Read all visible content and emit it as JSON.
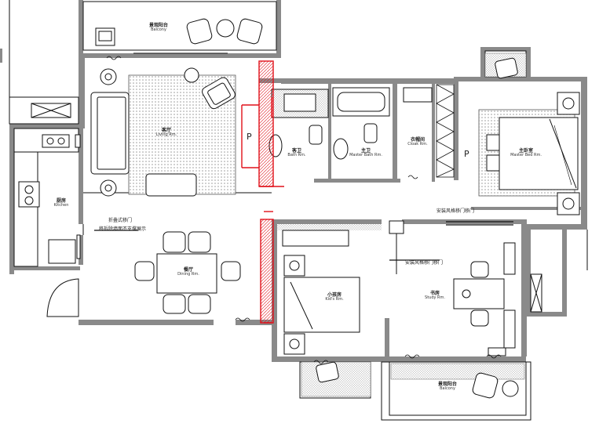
{
  "rooms": {
    "balcony_top": {
      "zh": "景观阳台",
      "en": "Balcony"
    },
    "living": {
      "zh": "客厅",
      "en": "Living Rm."
    },
    "bath": {
      "zh": "客卫",
      "en": "Bath Rm."
    },
    "master_bath": {
      "zh": "主卫",
      "en": "Master Bath Rm."
    },
    "cloak": {
      "zh": "衣帽间",
      "en": "Cloak Rm."
    },
    "master_bed": {
      "zh": "主卧室",
      "en": "Master Bed Rm."
    },
    "kitchen": {
      "zh": "厨房",
      "en": "Kitchen"
    },
    "dining": {
      "zh": "餐厅",
      "en": "Dining Rm."
    },
    "kids": {
      "zh": "小孩房",
      "en": "Kid's Rm."
    },
    "study": {
      "zh": "书房",
      "en": "Study Rm."
    },
    "balcony_bottom": {
      "zh": "景观阳台",
      "en": "Balcony"
    }
  },
  "notes": {
    "door_note_1a": "折叠式移门",
    "door_note_1b": "移拆除墙面不支撑展示",
    "door_note_2": "安装风格移门移门",
    "door_note_3": "安装风格移门移门"
  },
  "markers": {
    "p_left": "P",
    "p_right": "P"
  },
  "colors": {
    "wall": "#8a8a8a",
    "line": "#111111",
    "highlight": "#e0101a",
    "hatch": "#b5b5b5"
  }
}
